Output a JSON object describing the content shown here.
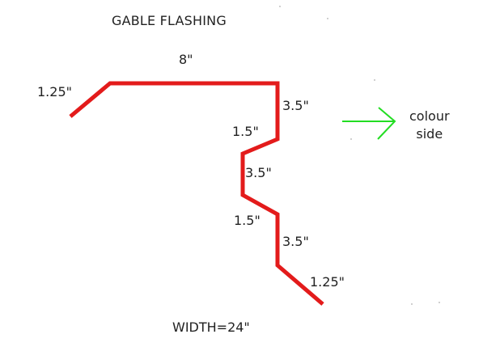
{
  "diagram": {
    "title": "GABLE FLASHING",
    "dimensions": {
      "top": "8\"",
      "left_hem": "1.25\"",
      "right_1": "3.5\"",
      "jog_1": "1.5\"",
      "right_2": "3.5\"",
      "jog_2": "1.5\"",
      "right_3": "3.5\"",
      "bottom_hem": "1.25\""
    },
    "indicator": {
      "line1": "colour",
      "line2": "side",
      "arrow_color": "#22dd22",
      "arrow_icon": "right-arrow-icon"
    },
    "total_width": "WIDTH=24\"",
    "profile_color": "#e31b1b"
  }
}
